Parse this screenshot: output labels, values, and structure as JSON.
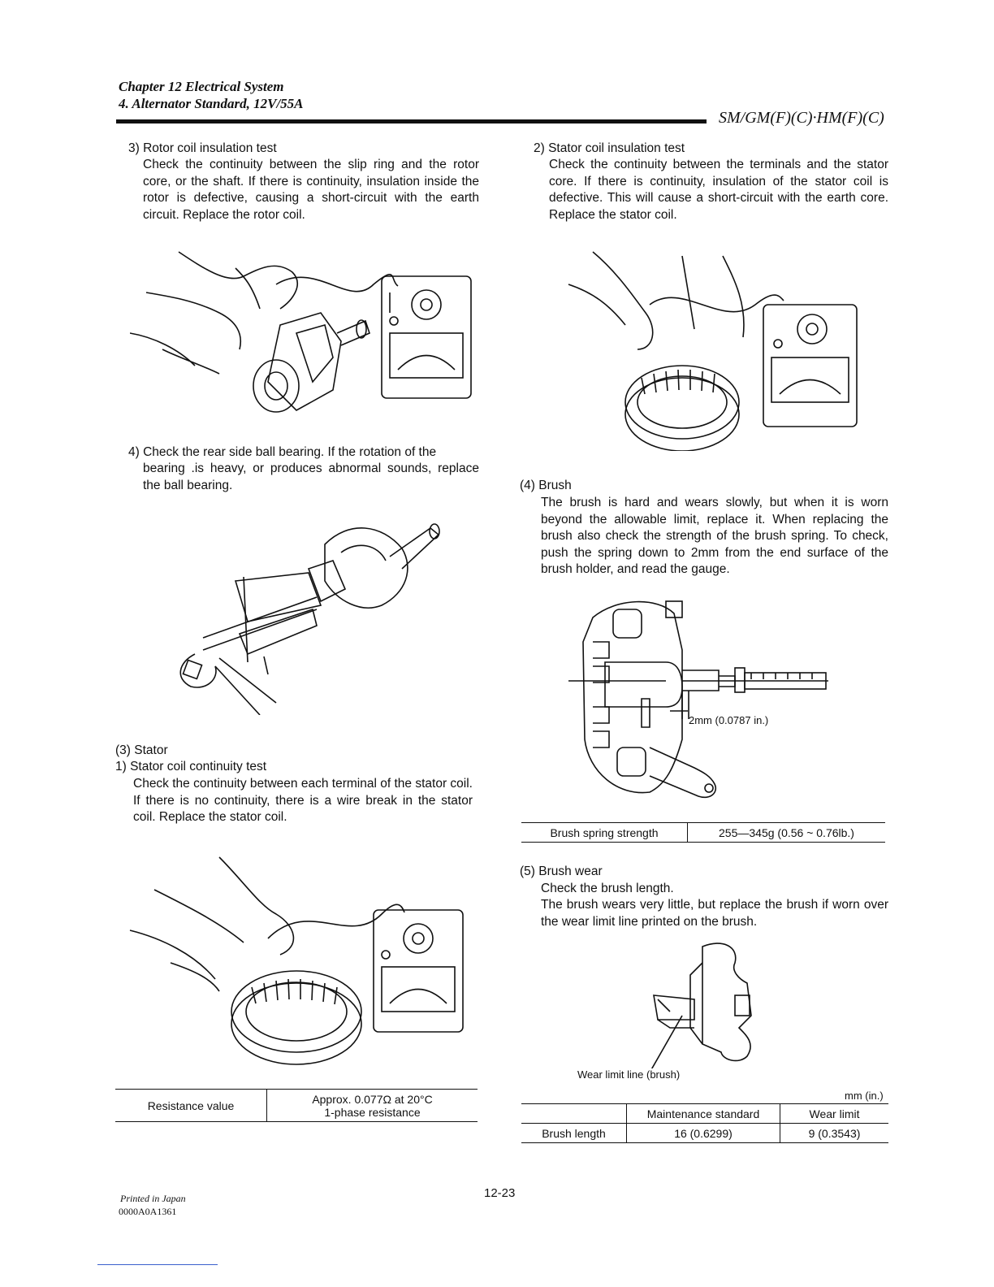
{
  "header": {
    "chapter": "Chapter 12 Electrical System",
    "section": "4. Alternator Standard, 12V/55A",
    "model": "SM/GM(F)(C)·HM(F)(C)"
  },
  "left": {
    "rotor_test": {
      "heading": "3) Rotor coil insulation test",
      "body": "Check the continuity between the slip ring and the rotor core, or the shaft. If there is continuity, insulation inside the rotor is defective, causing a short-circuit with the earth circuit. Replace the rotor coil."
    },
    "bearing": {
      "heading": "4) Check the rear side ball bearing. If the rotation of the",
      "body": "bearing .is heavy, or produces abnormal sounds, replace the ball bearing."
    },
    "stator": {
      "heading": "(3) Stator",
      "subheading": "1) Stator coil continuity test",
      "body": "Check the continuity between each terminal of the stator coil. If there is no continuity, there is a wire break in the stator coil. Replace the stator coil."
    },
    "resistance_table": {
      "label": "Resistance value",
      "value_line1": "Approx. 0.077Ω at 20°C",
      "value_line2": "1-phase resistance"
    }
  },
  "right": {
    "stator_insulation": {
      "heading": "2) Stator coil insulation test",
      "body": "Check the continuity between the terminals and the stator core. If there is continuity, insulation of the stator coil is defective. This will cause a short-circuit with the earth core. Replace the stator coil."
    },
    "brush": {
      "heading": "(4) Brush",
      "body": "The brush is hard and wears slowly, but when it is worn beyond the allowable limit, replace it. When replacing the brush also check the strength of the brush spring. To check, push the spring down to 2mm from the end surface of the brush holder, and read the gauge.",
      "figure_label": "2mm (0.0787 in.)"
    },
    "spring_table": {
      "label": "Brush spring strength",
      "value": "255—345g (0.56 ~ 0.76lb.)"
    },
    "brush_wear": {
      "heading": "(5) Brush wear",
      "line1": "Check the brush length.",
      "body": "The brush wears very little, but replace the brush if worn over the wear limit line printed on the brush.",
      "figure_label": "Wear limit line (brush)"
    },
    "length_table": {
      "unit": "mm (in.)",
      "col1": "",
      "col2": "Maintenance standard",
      "col3": "Wear limit",
      "row_label": "Brush length",
      "standard": "16 (0.6299)",
      "limit": "9 (0.3543)"
    }
  },
  "footer": {
    "page_number": "12-23",
    "printed": "Printed in Japan",
    "code": "0000A0A1361"
  }
}
